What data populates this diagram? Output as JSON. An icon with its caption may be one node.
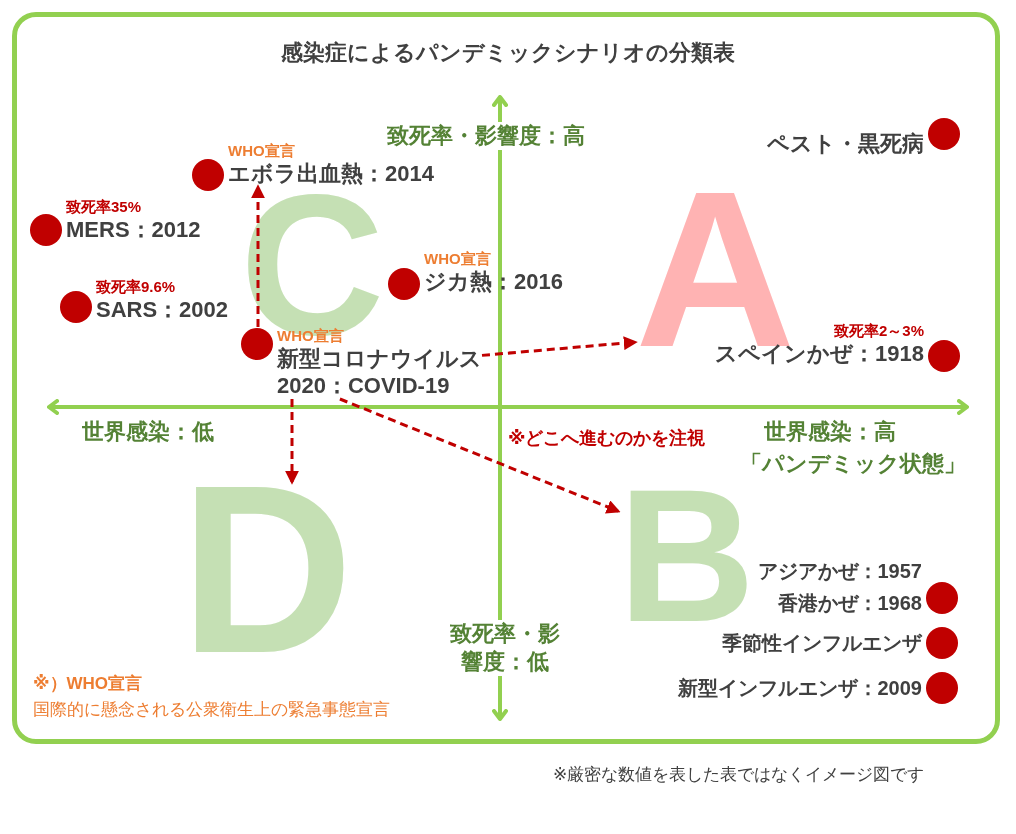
{
  "diagram": {
    "title": "感染症によるパンデミックシナリオの分類表",
    "nodes": [
      {
        "text": [
          "ペスト・黒死病"
        ]
      },
      {
        "text": [
          "致死率2～3%",
          "スペインかぜ：1918"
        ]
      },
      {
        "text": [
          "WHO宣言",
          "エボラ出血熱：2014"
        ]
      },
      {
        "text": [
          "致死率35%",
          "MERS：2012"
        ]
      },
      {
        "text": [
          "WHO宣言",
          "ジカ熱：2016"
        ]
      },
      {
        "text": [
          "致死率9.6%",
          "SARS：2002"
        ]
      },
      {
        "text": [
          "WHO宣言",
          "新型コロナウイルス",
          "2020：COVID-19"
        ]
      },
      {
        "text": [
          "アジアかぜ：1957"
        ]
      },
      {
        "text": [
          "香港かぜ：1968"
        ]
      },
      {
        "text": [
          "季節性インフルエンザ"
        ]
      },
      {
        "text": [
          "新型インフルエンザ：2009"
        ]
      },
      {
        "text": [
          "C"
        ]
      },
      {
        "text": [
          "A"
        ]
      },
      {
        "text": [
          "D"
        ]
      },
      {
        "text": [
          "B"
        ]
      }
    ],
    "edges": [
      {
        "from": 6,
        "to": 2,
        "arrow": "to",
        "style": "dashed"
      },
      {
        "from": 6,
        "to": 12,
        "arrow": "to",
        "style": "dashed"
      },
      {
        "from": 6,
        "to": 14,
        "arrow": "to",
        "style": "dashed",
        "label": "※どこへ進むのかを注視"
      },
      {
        "from": 6,
        "to": 13,
        "arrow": "to",
        "style": "dashed"
      }
    ],
    "labels": [
      "致死率・影響度：高",
      "世界感染：低",
      "世界感染：高",
      "「パンデミック状態」",
      "致死率・影響度：低",
      "※）WHO宣言",
      "国際的に懸念される公衆衛生上の緊急事態宣言",
      "※厳密な数値を表した表ではなくイメージ図です"
    ]
  }
}
